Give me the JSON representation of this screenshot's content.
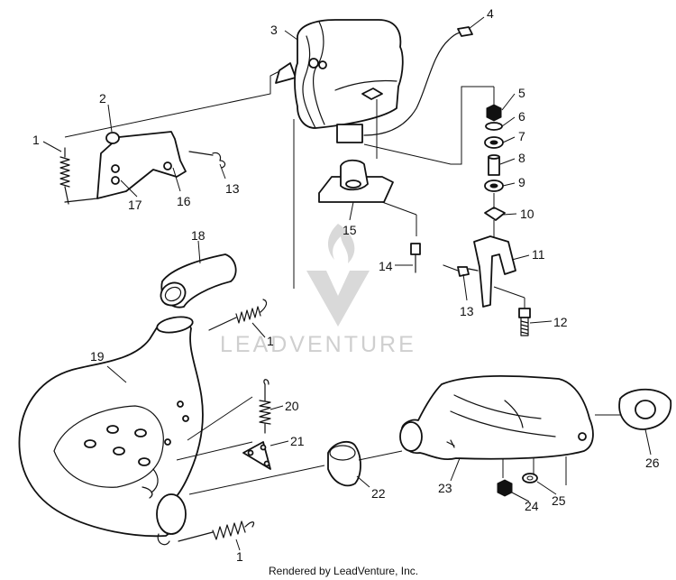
{
  "diagram": {
    "watermark_text": "LEADVENTURE",
    "footer": "Rendered by LeadVenture, Inc.",
    "callouts": {
      "c1a": "1",
      "c2": "2",
      "c3": "3",
      "c4": "4",
      "c5": "5",
      "c6": "6",
      "c7": "7",
      "c8": "8",
      "c9": "9",
      "c10": "10",
      "c11": "11",
      "c12": "12",
      "c13a": "13",
      "c13b": "13",
      "c14": "14",
      "c15": "15",
      "c16": "16",
      "c17": "17",
      "c18": "18",
      "c1b": "1",
      "c19": "19",
      "c20": "20",
      "c21": "21",
      "c22": "22",
      "c23": "23",
      "c24": "24",
      "c25": "25",
      "c26": "26",
      "c1c": "1"
    }
  }
}
